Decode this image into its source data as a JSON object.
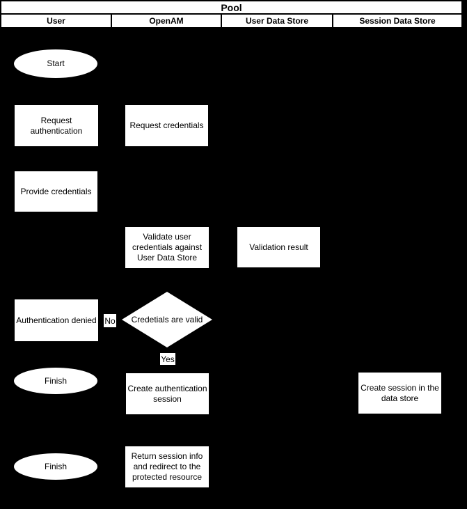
{
  "colors": {
    "background": "#000000",
    "shape_fill": "#ffffff",
    "shape_text": "#000000",
    "header_fill": "#ffffff",
    "divider_line": "#000000"
  },
  "pool": {
    "title": "Pool",
    "lanes": [
      {
        "label": "User"
      },
      {
        "label": "OpenAM"
      },
      {
        "label": "User Data Store"
      },
      {
        "label": "Session Data Store"
      }
    ]
  },
  "nodes": {
    "start": {
      "type": "start-ellipse",
      "lane": "User",
      "label": "Start"
    },
    "request_authentication": {
      "type": "process",
      "lane": "User",
      "label": "Request authentication"
    },
    "request_credentials": {
      "type": "process",
      "lane": "OpenAM",
      "label": "Request credentials"
    },
    "provide_credentials": {
      "type": "process",
      "lane": "User",
      "label": "Provide credentials"
    },
    "validate_credentials": {
      "type": "process",
      "lane": "OpenAM",
      "label": "Validate user credentials against User Data Store"
    },
    "validation_result": {
      "type": "process",
      "lane": "User Data Store",
      "label": "Validation result"
    },
    "authentication_denied": {
      "type": "process",
      "lane": "User",
      "label": "Authentication denied"
    },
    "credentials_valid_decision": {
      "type": "decision",
      "lane": "OpenAM",
      "label": "Credetials are valid"
    },
    "finish_denied": {
      "type": "end-ellipse",
      "lane": "User",
      "label": "Finish"
    },
    "create_authentication_session": {
      "type": "process",
      "lane": "OpenAM",
      "label": "Create authentication session"
    },
    "create_session_in_store": {
      "type": "process",
      "lane": "Session Data Store",
      "label": "Create session in the data store"
    },
    "finish_success": {
      "type": "end-ellipse",
      "lane": "User",
      "label": "Finish"
    },
    "return_session_info": {
      "type": "process",
      "lane": "OpenAM",
      "label": "Return session info and redirect to the protected resource"
    }
  },
  "edge_labels": {
    "no": "No",
    "yes": "Yes"
  }
}
